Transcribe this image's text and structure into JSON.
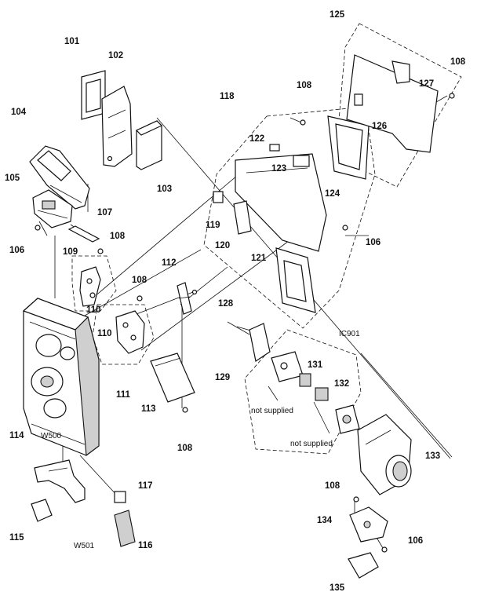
{
  "callouts": [
    {
      "id": "c101",
      "text": "101"
    },
    {
      "id": "c102",
      "text": "102"
    },
    {
      "id": "c103",
      "text": "103"
    },
    {
      "id": "c104",
      "text": "104"
    },
    {
      "id": "c105",
      "text": "105"
    },
    {
      "id": "c106a",
      "text": "106"
    },
    {
      "id": "c107",
      "text": "107"
    },
    {
      "id": "c108a",
      "text": "108"
    },
    {
      "id": "c109",
      "text": "109"
    },
    {
      "id": "c110a",
      "text": "110"
    },
    {
      "id": "c110b",
      "text": "110"
    },
    {
      "id": "c108b",
      "text": "108"
    },
    {
      "id": "c111",
      "text": "111"
    },
    {
      "id": "c112",
      "text": "112"
    },
    {
      "id": "c113",
      "text": "113"
    },
    {
      "id": "c108c",
      "text": "108"
    },
    {
      "id": "c114",
      "text": "114"
    },
    {
      "id": "w500",
      "text": "W500"
    },
    {
      "id": "c115",
      "text": "115"
    },
    {
      "id": "w501",
      "text": "W501"
    },
    {
      "id": "c116",
      "text": "116"
    },
    {
      "id": "c117",
      "text": "117"
    },
    {
      "id": "c118",
      "text": "118"
    },
    {
      "id": "c119",
      "text": "119"
    },
    {
      "id": "c120",
      "text": "120"
    },
    {
      "id": "c121",
      "text": "121"
    },
    {
      "id": "c122",
      "text": "122"
    },
    {
      "id": "c123",
      "text": "123"
    },
    {
      "id": "c124",
      "text": "124"
    },
    {
      "id": "c108d",
      "text": "108"
    },
    {
      "id": "c125",
      "text": "125"
    },
    {
      "id": "c108e",
      "text": "108"
    },
    {
      "id": "c126",
      "text": "126"
    },
    {
      "id": "c127",
      "text": "127"
    },
    {
      "id": "c106b",
      "text": "106"
    },
    {
      "id": "c128",
      "text": "128"
    },
    {
      "id": "c129",
      "text": "129"
    },
    {
      "id": "ic901",
      "text": "IC901"
    },
    {
      "id": "c131",
      "text": "131"
    },
    {
      "id": "c132",
      "text": "132"
    },
    {
      "id": "ns1",
      "text": "not supplied"
    },
    {
      "id": "ns2",
      "text": "not supplied"
    },
    {
      "id": "c133",
      "text": "133"
    },
    {
      "id": "c108f",
      "text": "108"
    },
    {
      "id": "c134",
      "text": "134"
    },
    {
      "id": "c106c",
      "text": "106"
    },
    {
      "id": "c135",
      "text": "135"
    }
  ]
}
